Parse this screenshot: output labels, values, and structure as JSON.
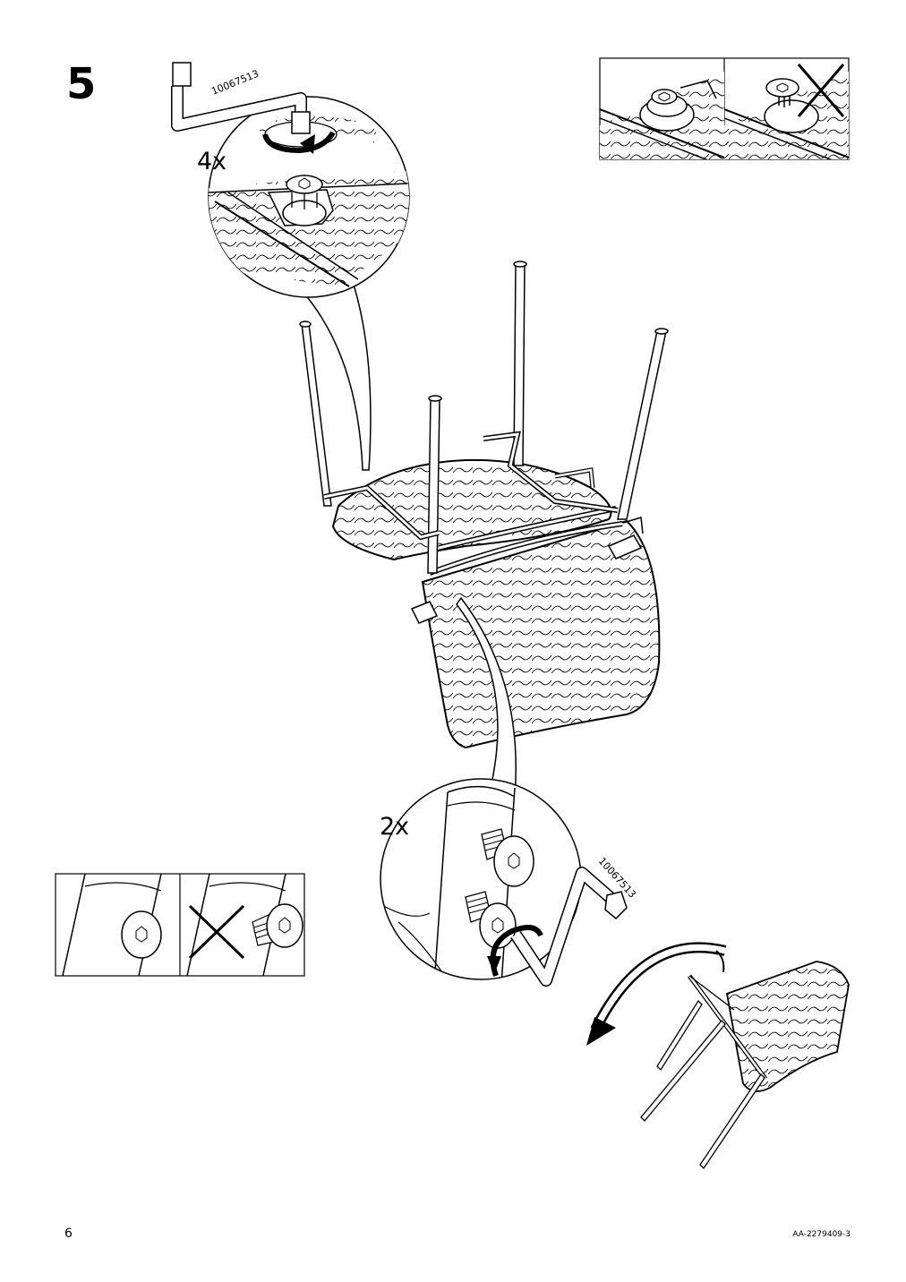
{
  "step": {
    "number": "5"
  },
  "detail_top": {
    "quantity": "4x",
    "tool_code": "10067513"
  },
  "detail_bottom": {
    "quantity": "2x",
    "tool_code": "10067513"
  },
  "footer": {
    "page_number": "6",
    "document_code": "AA-2279409-3"
  },
  "icons": {
    "allen-key": "hex key tool",
    "rotate-arrow": "tightening direction arrow",
    "cross": "incorrect mark"
  }
}
